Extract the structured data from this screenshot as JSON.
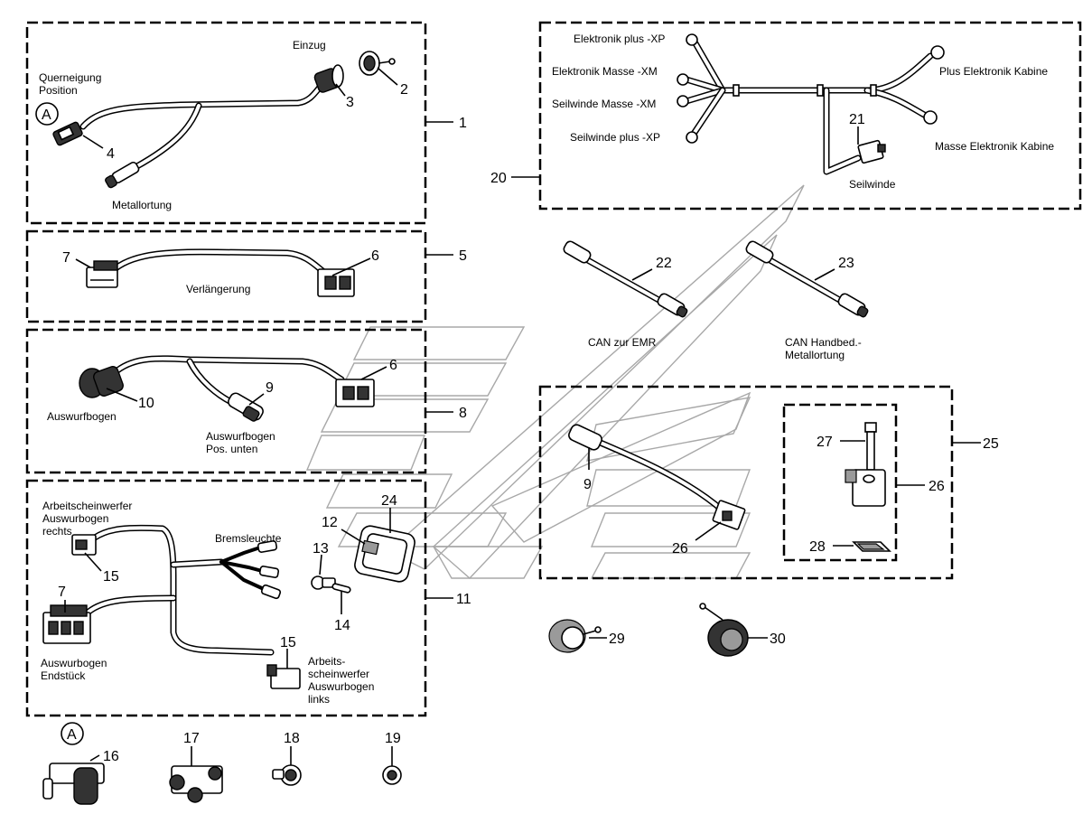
{
  "callouts": {
    "n1": "1",
    "n2": "2",
    "n3": "3",
    "n4": "4",
    "n5": "5",
    "n6a": "6",
    "n6b": "6",
    "n7a": "7",
    "n7b": "7",
    "n8": "8",
    "n9a": "9",
    "n9b": "9",
    "n10": "10",
    "n11": "11",
    "n12": "12",
    "n13": "13",
    "n14": "14",
    "n15a": "15",
    "n15b": "15",
    "n16": "16",
    "n17": "17",
    "n18": "18",
    "n19": "19",
    "n20": "20",
    "n21": "21",
    "n22": "22",
    "n23": "23",
    "n24": "24",
    "n25": "25",
    "n26a": "26",
    "n26b": "26",
    "n27": "27",
    "n28": "28",
    "n29": "29",
    "n30": "30"
  },
  "markers": {
    "a1": "A",
    "a2": "A"
  },
  "labels": {
    "querneigung_1": "Querneigung",
    "querneigung_2": "Position",
    "einzug": "Einzug",
    "metallortung": "Metallortung",
    "verlaengerung": "Verlängerung",
    "auswurfbogen": "Auswurfbogen",
    "auswurfbogen_pos_1": "Auswurfbogen",
    "auswurfbogen_pos_2": "Pos. unten",
    "asw_rechts_1": "Arbeitscheinwerfer",
    "asw_rechts_2": "Auswurbogen",
    "asw_rechts_3": "rechts",
    "bremsleuchte": "Bremsleuchte",
    "endstueck_1": "Auswurbogen",
    "endstueck_2": "Endstück",
    "asw_links_1": "Arbeits-",
    "asw_links_2": "scheinwerfer",
    "asw_links_3": "Auswurbogen",
    "asw_links_4": "links",
    "elektronik_plus_xp": "Elektronik plus -XP",
    "elektronik_masse_xm": "Elektronik Masse -XM",
    "seilwinde_masse_xm": "Seilwinde Masse -XM",
    "seilwinde_plus_xp": "Seilwinde plus -XP",
    "plus_elektronik_kabine": "Plus Elektronik Kabine",
    "masse_elektronik_kabine": "Masse Elektronik Kabine",
    "seilwinde": "Seilwinde",
    "can_zur_emr": "CAN zur EMR",
    "can_handbed_1": "CAN Handbed.-",
    "can_handbed_2": "Metallortung"
  }
}
